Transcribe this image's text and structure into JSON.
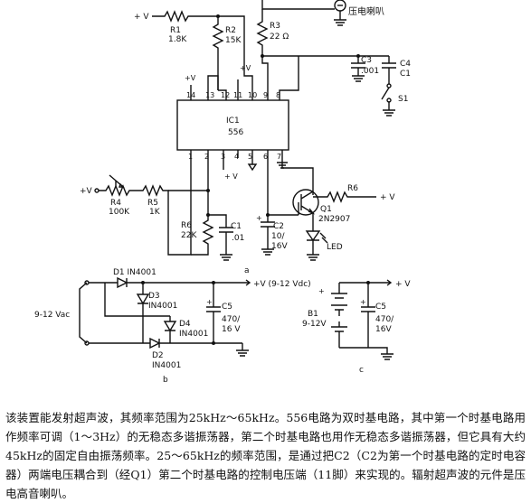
{
  "circuit_a": {
    "supply": "+ V",
    "r1": {
      "name": "R1",
      "value": "1.8K"
    },
    "r2": {
      "name": "R2",
      "value": "15K"
    },
    "r3": {
      "name": "R3",
      "value": "22 Ω"
    },
    "speaker": "压电喇叭",
    "c3": {
      "name": "C3",
      "value": ".001"
    },
    "c4": {
      "name": "C4",
      "value": "C1"
    },
    "s1": "S1",
    "ic": {
      "name": "IC1",
      "part": "556"
    },
    "pins_top": [
      "14",
      "13",
      "12",
      "11",
      "10",
      "9",
      "8"
    ],
    "pins_bottom": [
      "1",
      "2",
      "3",
      "4",
      "5",
      "6",
      "7"
    ],
    "plus_v_14": "+V",
    "plus_v_11": "+V",
    "plus_v_4": "+ V",
    "input": "+V",
    "r4": {
      "name": "R4",
      "value": "100K"
    },
    "r5": {
      "name": "R5",
      "value": "1K"
    },
    "r6": {
      "name": "R6",
      "value": "22K"
    },
    "c1": {
      "name": "C1",
      "value": ".01"
    },
    "c2": {
      "name": "C2",
      "value": "10/\n16V"
    },
    "q1": {
      "name": "Q1",
      "part": "2N2907"
    },
    "r6b": "R6",
    "out_v": "+ V",
    "led": "LED",
    "label": "a"
  },
  "circuit_b": {
    "d1": "D1 IN4001",
    "d3": "D3",
    "d3_part": "IN4001",
    "d4": "D4",
    "d4_part": "IN4001",
    "d2": "D2",
    "d2_part": "IN4001",
    "ac_in": "9-12 Vac",
    "out": "+V (9-12 Vdc)",
    "c5": "C5",
    "c5_value": "470/",
    "c5_volt": "16 V",
    "label": "b"
  },
  "circuit_c": {
    "out": "+ V",
    "b1": "B1",
    "b1_value": "9-12V",
    "c5": "C5",
    "c5_value": "470/",
    "c5_volt": "16V",
    "label": "c"
  },
  "caption": "该装置能发射超声波，其频率范围为25kHz～65kHz。556电路为双时基电路，其中第一个时基电路用作频率可调（1～3Hz）的无稳态多谐振荡器，第二个时基电路也用作无稳态多谐振荡器，但它具有大约45kHz的固定自由振荡频率。25～65kHz的频率范围，是通过把C2（C2为第一个时基电路的定时电容器）两端电压耦合到（经Q1）第二个时基电路的控制电压端（11脚）来实现的。辐射超声波的元件是压电高音喇叭。"
}
